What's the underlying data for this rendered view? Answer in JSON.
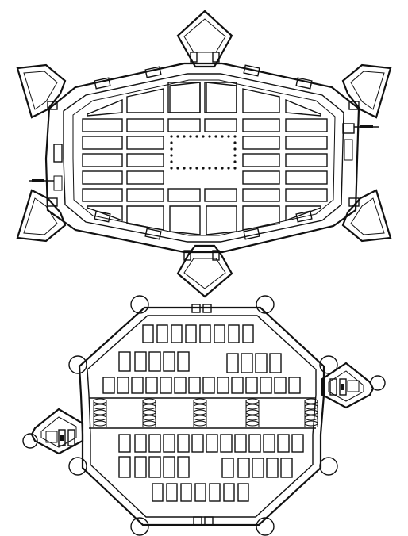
{
  "figure": {
    "kind": "fortified town plans",
    "plans": [
      {
        "id": "upper",
        "shape": "hexagonal enceinte with six bastions",
        "bastions": 6
      },
      {
        "id": "lower",
        "shape": "octagonal enceinte with round towers and two bastions",
        "towers": 8,
        "bastions": 2
      }
    ]
  }
}
